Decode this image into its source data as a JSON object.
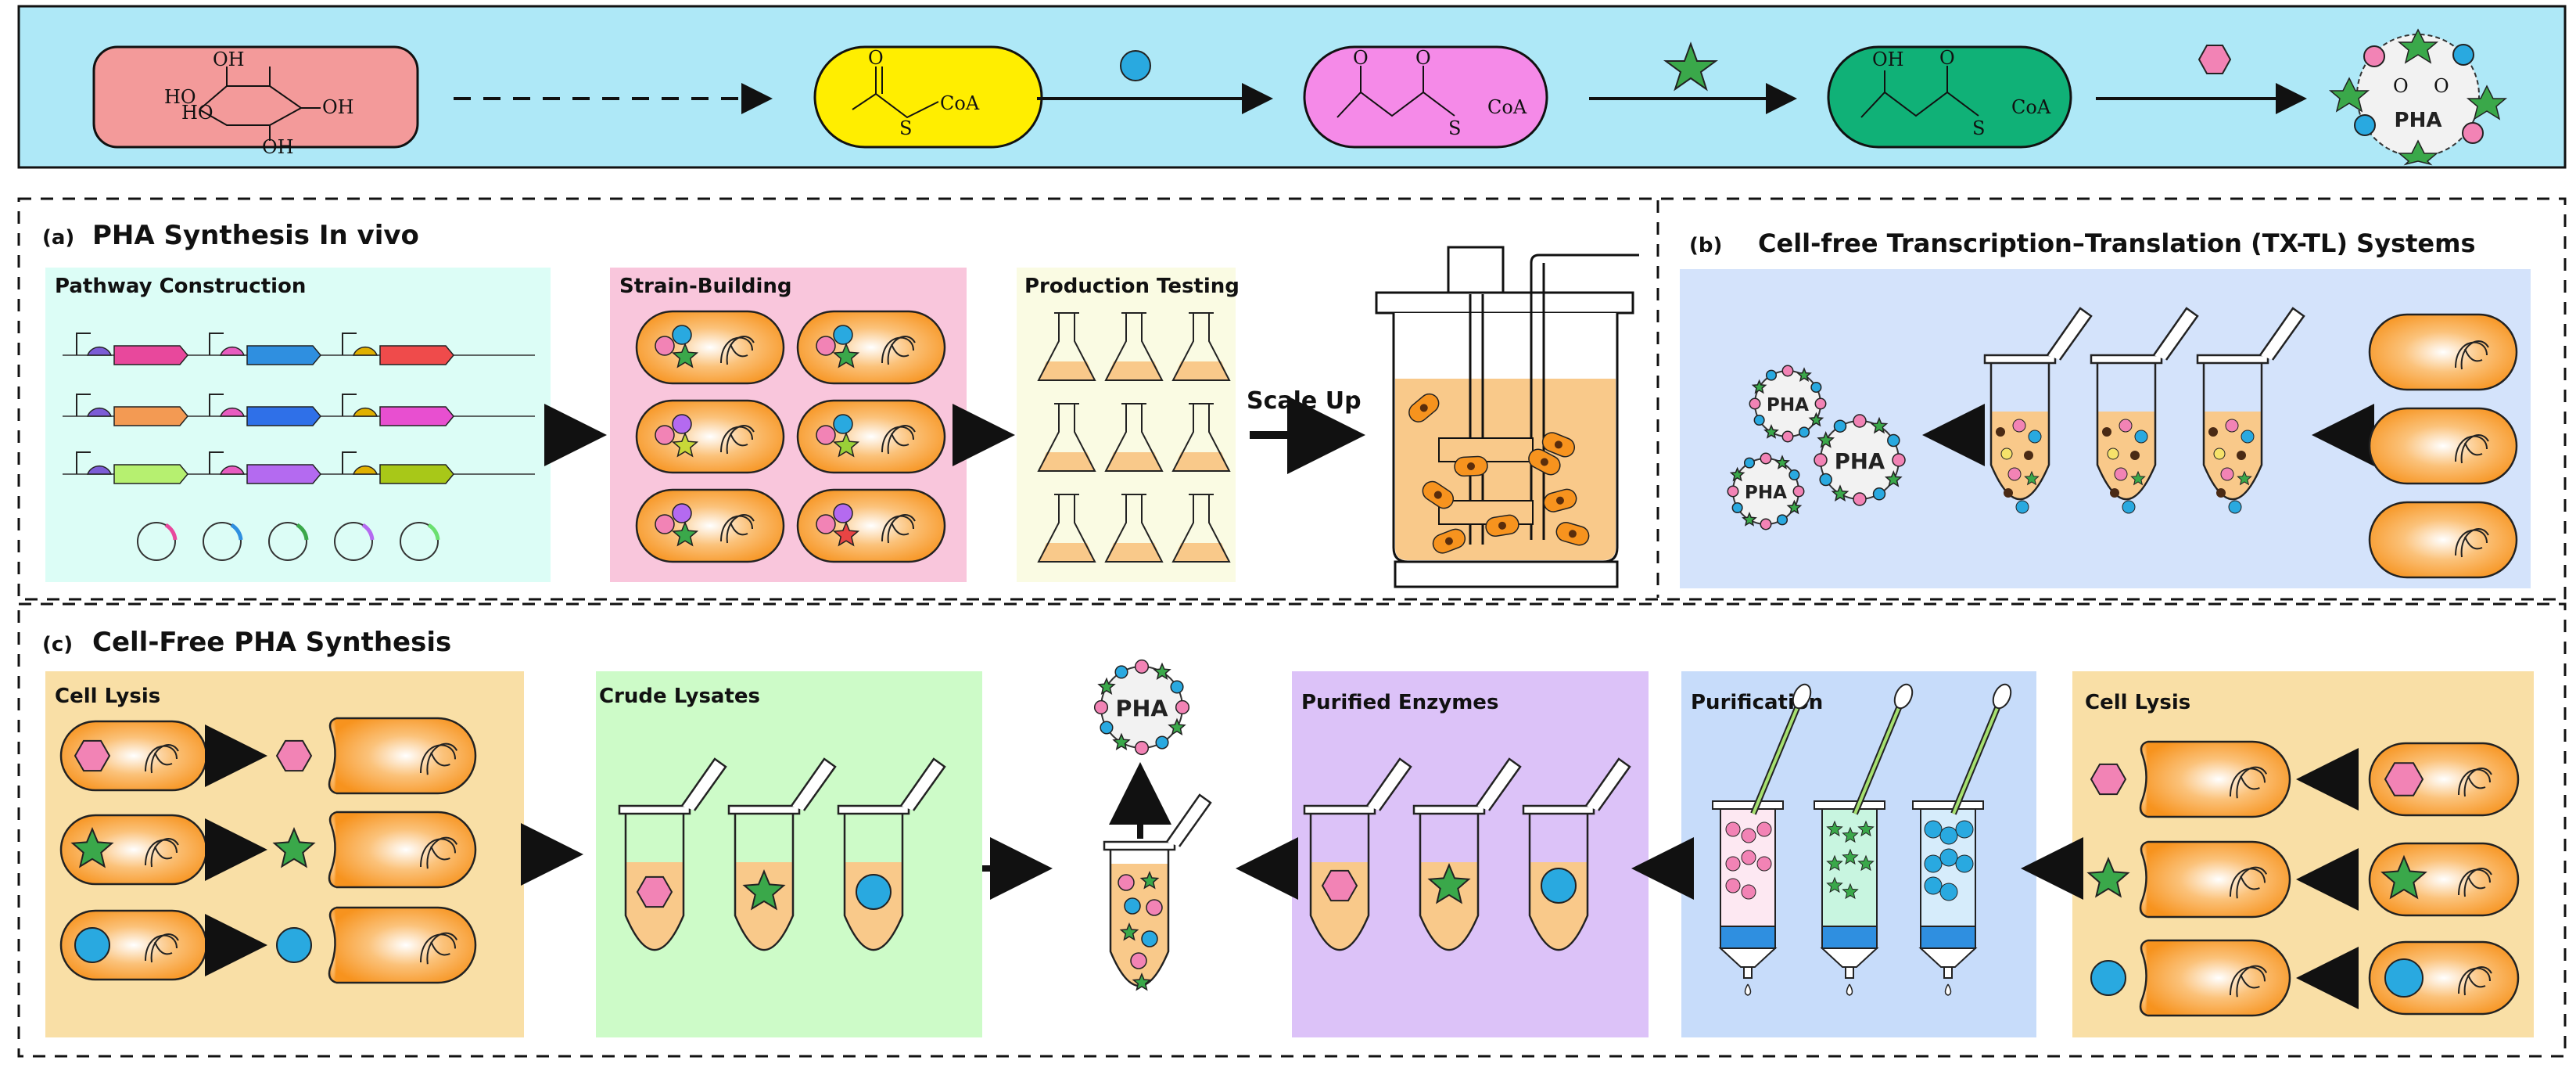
{
  "top_pathway": {
    "substrate_labels": [
      "HO",
      "HO",
      "OH",
      "OH",
      "OH"
    ],
    "acetyl_coa_label": "CoA",
    "acetoacetyl_coa_label": "CoA",
    "hydroxybutyryl_coa": {
      "oh": "OH",
      "coa": "CoA"
    },
    "product_label": "PHA",
    "colors": {
      "bar_bg": "#aee8f7",
      "substrate": "#f39a9a",
      "acetyl": "#ffee00",
      "acetoacetyl": "#f58ae8",
      "hydroxy": "#10b177"
    }
  },
  "section_a": {
    "title_letter": "(a)",
    "title_text": "PHA Synthesis In vivo",
    "panels": {
      "pathway": "Pathway Construction",
      "strain": "Strain-Building",
      "production": "Production Testing"
    },
    "scale_up": "Scale Up"
  },
  "section_b": {
    "title_letter": "(b)",
    "title_text": "Cell-free Transcription–Translation (TX-TL) Systems",
    "pha_labels": [
      "PHA",
      "PHA",
      "PHA"
    ]
  },
  "section_c": {
    "title_letter": "(c)",
    "title_text": "Cell-Free PHA Synthesis",
    "panels": {
      "cell_lysis_left": "Cell Lysis",
      "crude": "Crude Lysates",
      "purified": "Purified Enzymes",
      "purification": "Purification",
      "cell_lysis_right": "Cell Lysis"
    },
    "pha_label": "PHA"
  },
  "colors": {
    "pink_shape": "#f283b5",
    "green_star": "#3aa84a",
    "blue_circle": "#29a9e0",
    "cell_orange": "#f7931e",
    "tube_fill": "#f9c98a",
    "panel_mint": "#dcfdf6",
    "panel_pink": "#f9c6dc",
    "panel_cream": "#fafbe3",
    "panel_blue": "#d4e3fb",
    "panel_peach": "#f9dfa6",
    "panel_green": "#cdfbc8",
    "panel_purple": "#dcc2f8",
    "panel_lightblue": "#c7dcfa"
  }
}
